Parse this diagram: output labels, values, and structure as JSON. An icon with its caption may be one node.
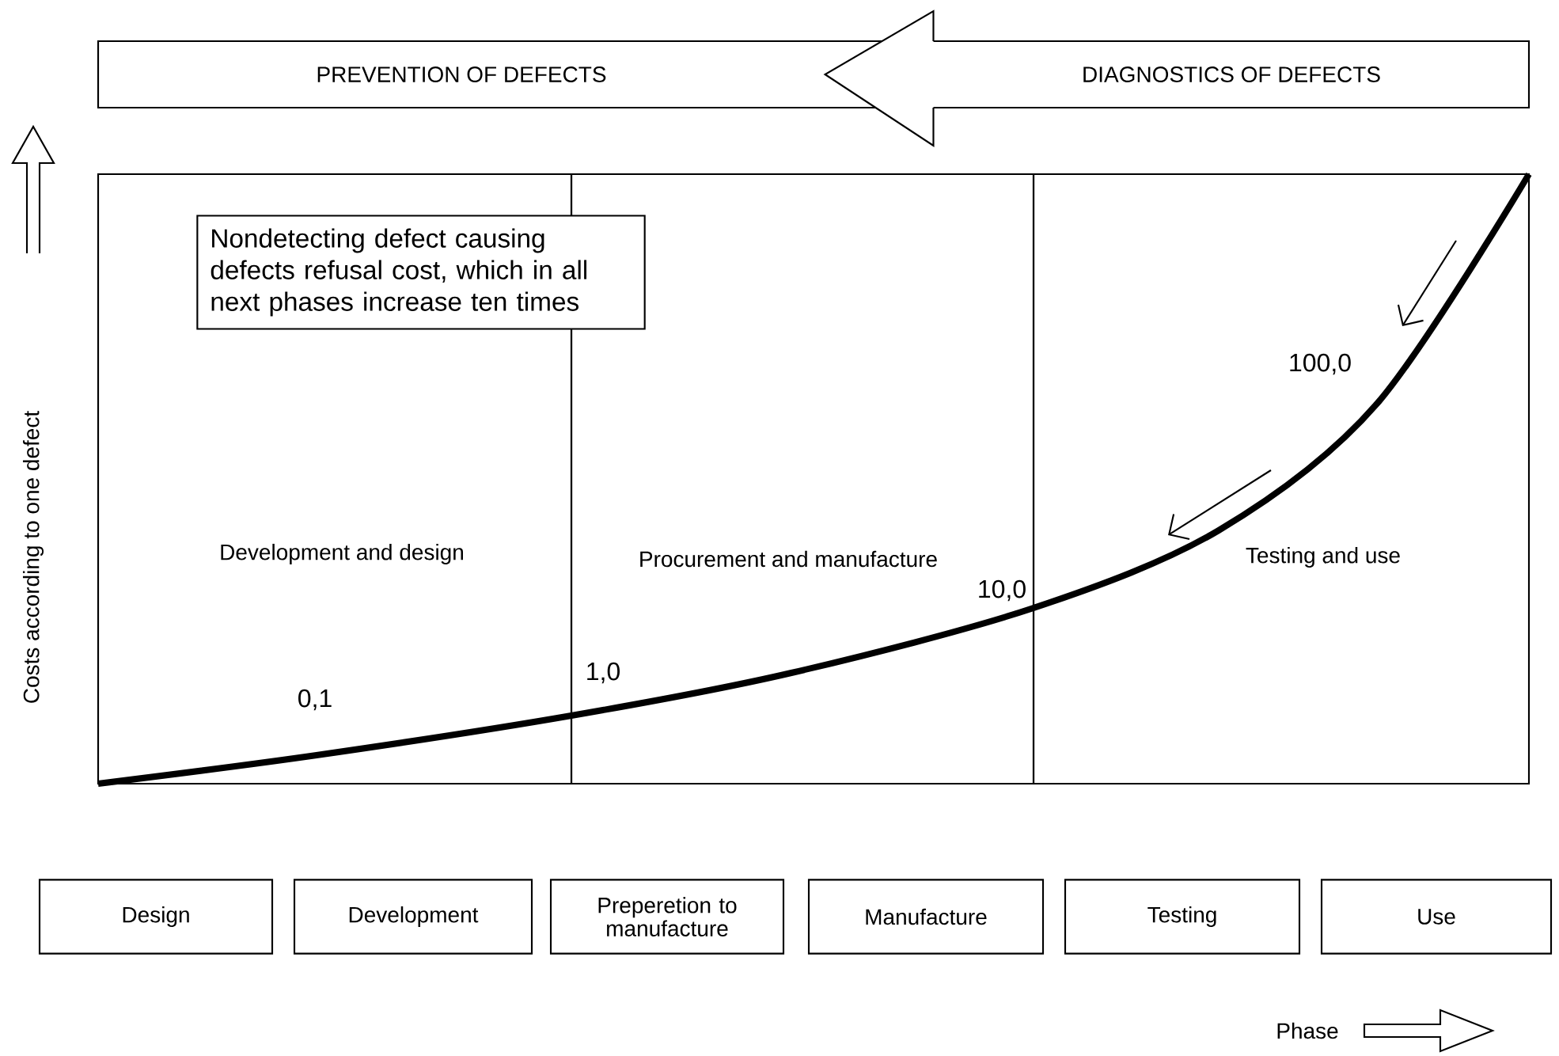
{
  "diagram": {
    "nodes": [
      {
        "text": [
          "PREVENTION OF DEFECTS"
        ]
      },
      {
        "text": [
          "DIAGNOSTICS OF DEFECTS"
        ]
      },
      {
        "text": [
          "Development and design"
        ]
      },
      {
        "text": [
          "Procurement and manufacture"
        ]
      },
      {
        "text": [
          "Testing and use"
        ]
      },
      {
        "text": [
          "Nondetecting defect causing defects refusal cost, which in all next phases increase ten times"
        ]
      },
      {
        "text": [
          "Design"
        ]
      },
      {
        "text": [
          "Development"
        ]
      },
      {
        "text": [
          "Preperetion to manufacture"
        ]
      },
      {
        "text": [
          "Manufacture"
        ]
      },
      {
        "text": [
          "Testing"
        ]
      },
      {
        "text": [
          "Use"
        ]
      }
    ],
    "edges": [
      {
        "from": 1,
        "to": 0,
        "arrow": "to"
      }
    ],
    "labels": [
      "Costs according to one defect",
      "100,0",
      "10,0",
      "1,0",
      "0,1",
      "Phase"
    ]
  }
}
